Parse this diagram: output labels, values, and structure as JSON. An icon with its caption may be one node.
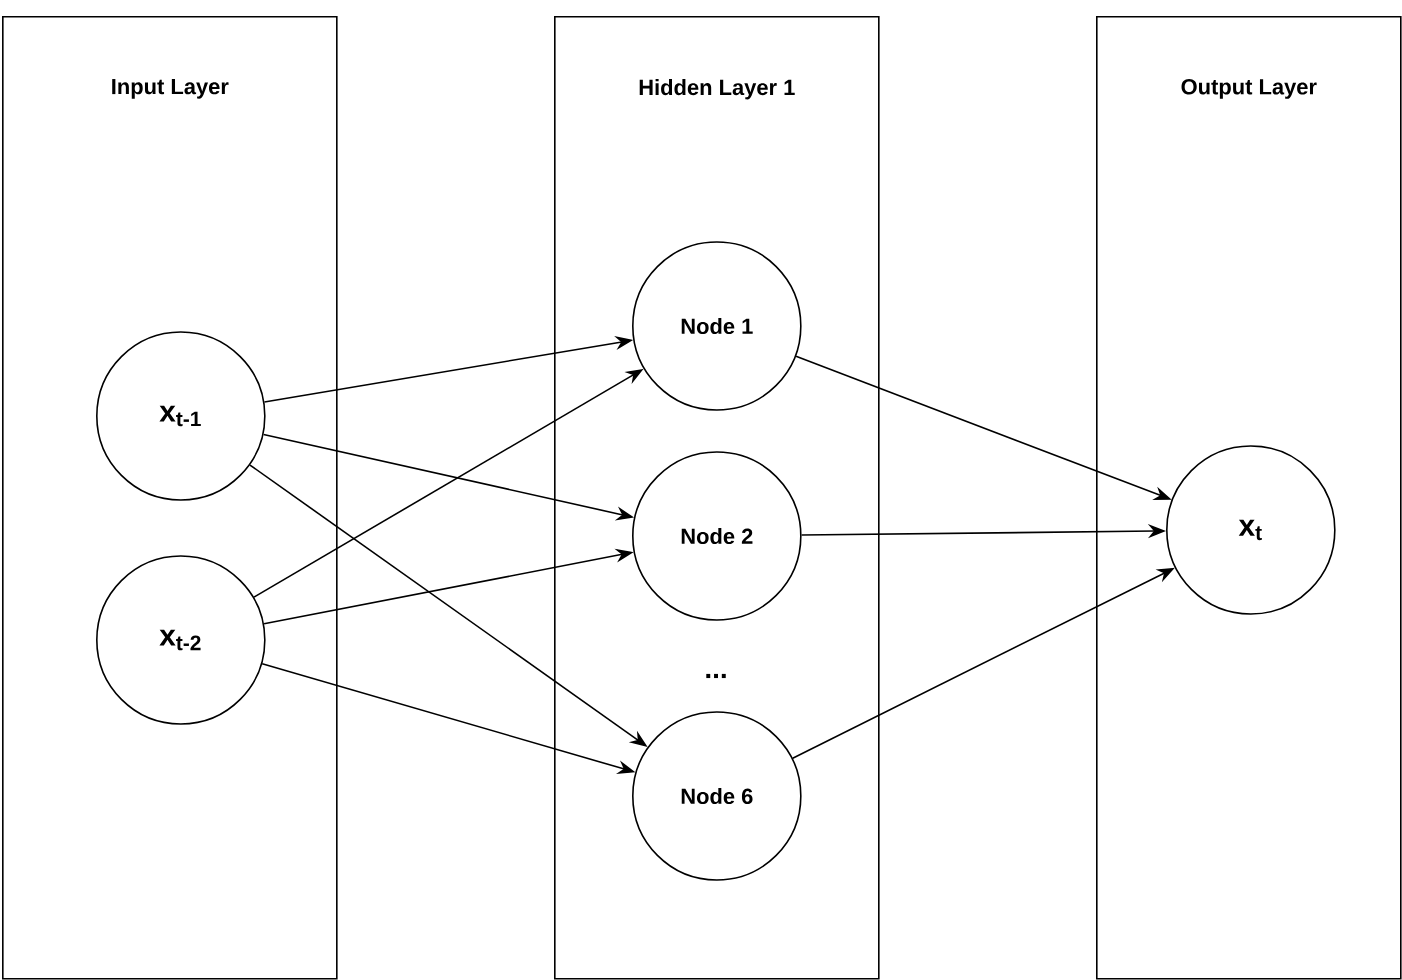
{
  "diagram": {
    "nodes": [
      {
        "text": [
          "Input Layer"
        ]
      },
      {
        "text": [
          "Hidden Layer 1"
        ]
      },
      {
        "text": [
          "Output Layer"
        ]
      },
      {
        "text": [
          "x$_{t-1}$"
        ],
        "in": 0
      },
      {
        "text": [
          "x$_{t-2}$"
        ],
        "in": 0
      },
      {
        "text": [
          "Node 1"
        ],
        "in": 1
      },
      {
        "text": [
          "Node 2"
        ],
        "in": 1
      },
      {
        "text": [
          "Node 6"
        ],
        "in": 1
      },
      {
        "text": [
          "x$_{t}$"
        ],
        "in": 2
      }
    ],
    "edges": [
      {
        "from": 3,
        "to": 5,
        "arrow": "to"
      },
      {
        "from": 3,
        "to": 6,
        "arrow": "to"
      },
      {
        "from": 3,
        "to": 7,
        "arrow": "to"
      },
      {
        "from": 4,
        "to": 5,
        "arrow": "to"
      },
      {
        "from": 4,
        "to": 6,
        "arrow": "to"
      },
      {
        "from": 4,
        "to": 7,
        "arrow": "to"
      },
      {
        "from": 5,
        "to": 8,
        "arrow": "to"
      },
      {
        "from": 6,
        "to": 8,
        "arrow": "to"
      },
      {
        "from": 7,
        "to": 8,
        "arrow": "to"
      }
    ],
    "labels": [
      "..."
    ]
  }
}
